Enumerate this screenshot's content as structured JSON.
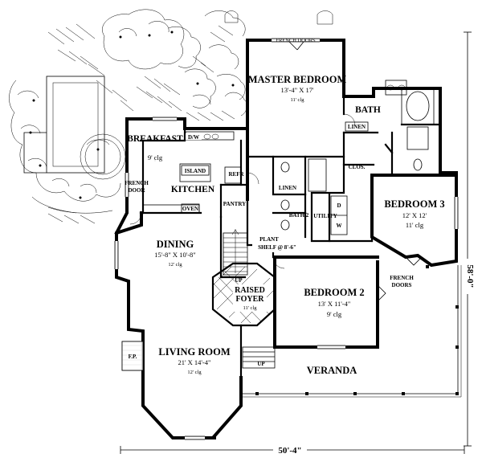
{
  "rooms": {
    "master_bedroom": {
      "name": "MASTER BEDROOM",
      "dims": "13'-4\" X 17'",
      "ceiling": "11' clg"
    },
    "bath": {
      "name": "BATH"
    },
    "breakfast": {
      "name": "BREAKFAST",
      "ceiling": "9' clg"
    },
    "kitchen": {
      "name": "KITCHEN"
    },
    "bedroom3": {
      "name": "BEDROOM 3",
      "dims": "12' X 12'",
      "ceiling": "11' clg"
    },
    "dining": {
      "name": "DINING",
      "dims": "15'-8\" X 10'-8\"",
      "ceiling": "12' clg"
    },
    "bedroom2": {
      "name": "BEDROOM 2",
      "dims": "13' X 11'-4\"",
      "ceiling": "9' clg"
    },
    "raised_foyer": {
      "name_line1": "RAISED",
      "name_line2": "FOYER",
      "ceiling": "11' clg"
    },
    "living_room": {
      "name": "LIVING ROOM",
      "dims": "21' X 14'-4\"",
      "ceiling": "12' clg"
    },
    "veranda": {
      "name": "VERANDA"
    }
  },
  "labels": {
    "french_doors_top": "FRENCH DOORS",
    "linen_bath": "LINEN",
    "dw": "D/W",
    "island": "ISLAND",
    "refr": "REFR",
    "clos": "CLOS.",
    "french_door_line1": "FRENCH",
    "french_door_line2": "DOOR",
    "oven": "OVEN",
    "linen_hall": "LINEN",
    "pantry": "PANTRY",
    "bath2": "BATH 2",
    "utility": "UTILITY",
    "dryer": "D",
    "washer": "W",
    "plant_shelf_line1": "PLANT",
    "plant_shelf_line2": "SHELF @ 8'-6\"",
    "french_doors_line1": "FRENCH",
    "french_doors_line2": "DOORS",
    "up_foyer": "UP",
    "up_front": "UP",
    "fireplace": "F.P."
  },
  "dimensions": {
    "width": "50'-4\"",
    "depth": "58'-0\""
  }
}
